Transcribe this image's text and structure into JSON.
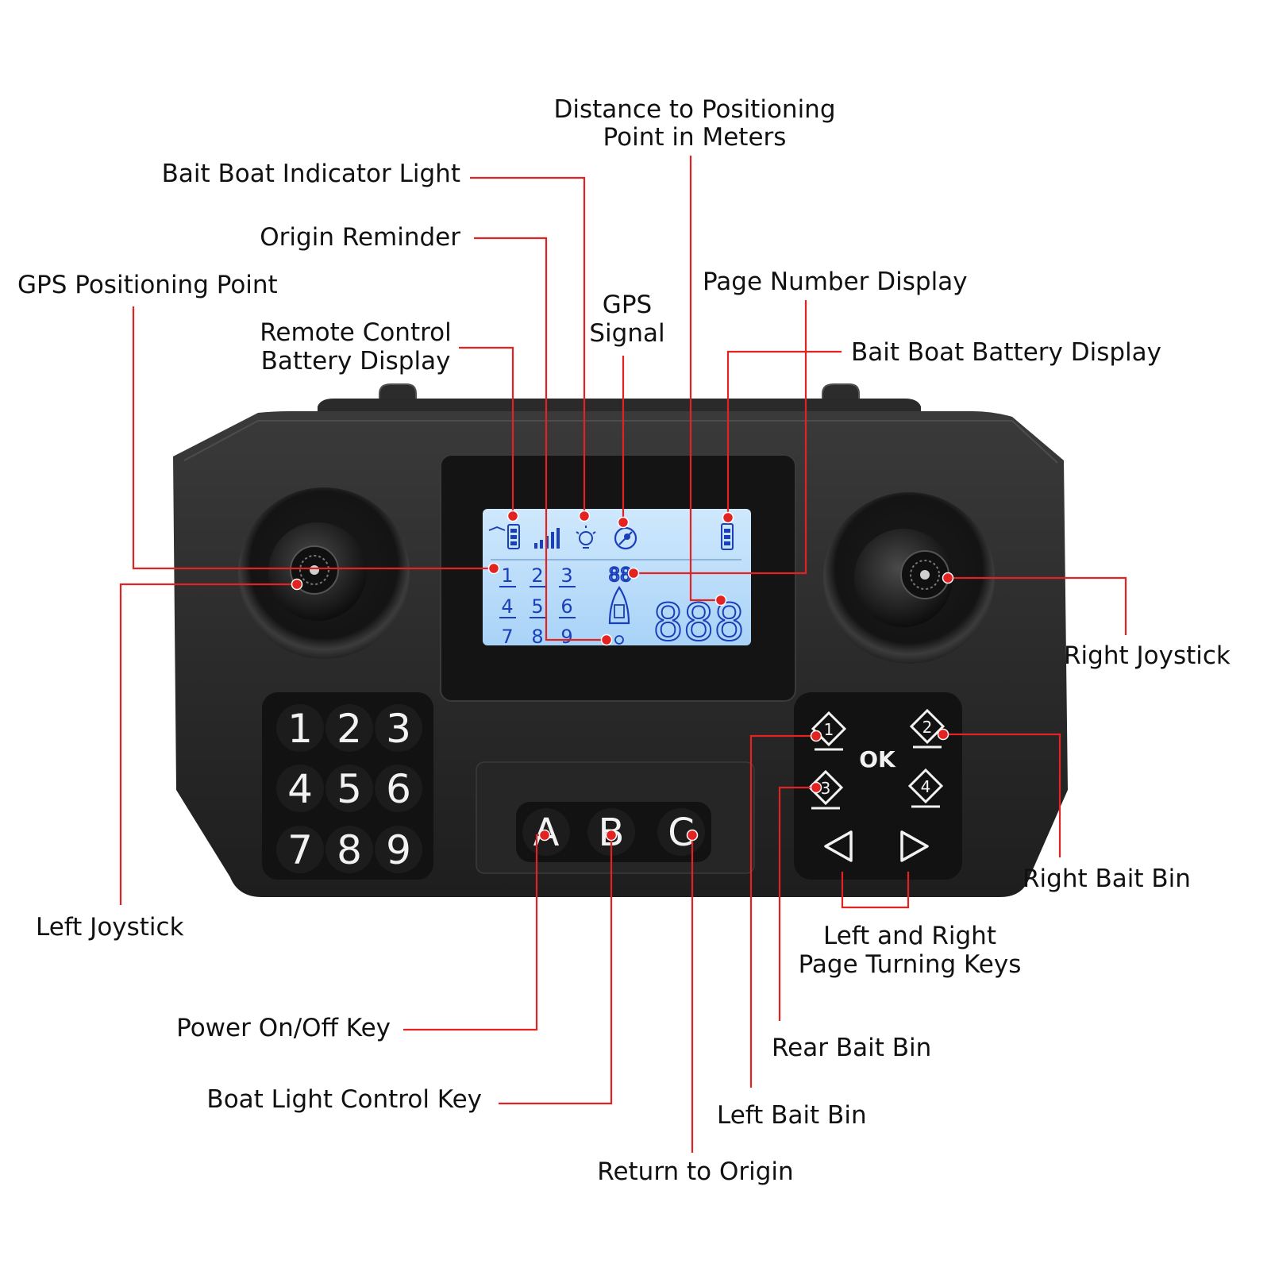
{
  "labels": {
    "distance": [
      "Distance to Positioning",
      "Point in Meters"
    ],
    "bait_boat_indicator": "Bait Boat Indicator Light",
    "origin_reminder": "Origin Reminder",
    "gps_point": "GPS Positioning Point",
    "rc_battery": [
      "Remote Control",
      "Battery Display"
    ],
    "gps_signal": [
      "GPS",
      "Signal"
    ],
    "page_number": "Page Number Display",
    "boat_battery": "Bait Boat Battery Display",
    "right_joystick": "Right Joystick",
    "right_bait_bin": "Right Bait Bin",
    "page_turning": [
      "Left and Right",
      "Page Turning Keys"
    ],
    "rear_bait_bin": "Rear Bait Bin",
    "left_bait_bin": "Left Bait Bin",
    "return_origin": "Return to Origin",
    "boat_light": "Boat Light Control Key",
    "power": "Power On/Off Key",
    "left_joystick": "Left Joystick"
  },
  "keypad": [
    "1",
    "2",
    "3",
    "4",
    "5",
    "6",
    "7",
    "8",
    "9"
  ],
  "abc_keys": [
    "A",
    "B",
    "C"
  ],
  "dpad": {
    "ok": "OK",
    "bins": [
      "1",
      "2",
      "3",
      "4"
    ]
  },
  "lcd": {
    "page_points": [
      "1",
      "2",
      "3",
      "4",
      "5",
      "6",
      "7",
      "8",
      "9"
    ],
    "page_number": "88",
    "distance": "888"
  },
  "colors": {
    "accent": "#e32222",
    "body": "#2a2a2a",
    "lcd": "#bfe0fb",
    "lcd_ink": "#1b3fb8"
  }
}
